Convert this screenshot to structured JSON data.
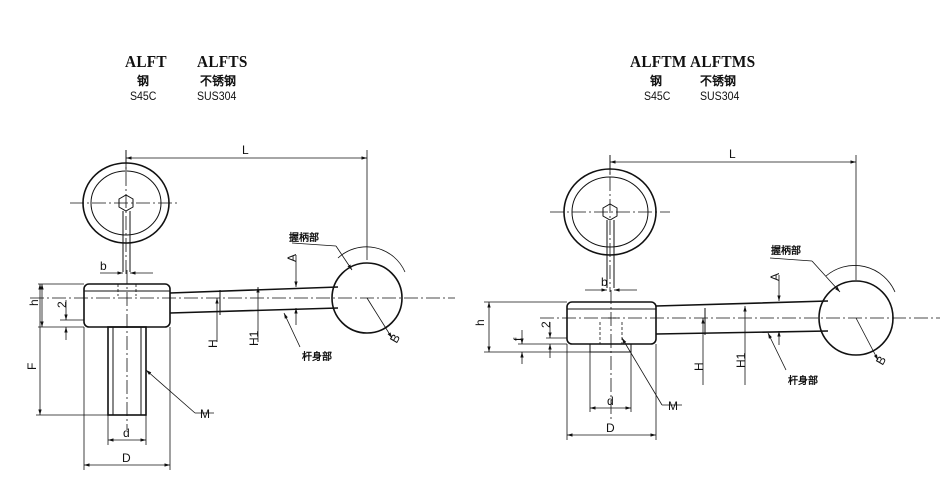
{
  "left": {
    "title_a": "ALFT",
    "title_b": "ALFTS",
    "material_a": "钢",
    "material_b": "不锈钢",
    "grade_a": "S45C",
    "grade_b": "SUS304",
    "labels": {
      "L": "L",
      "b": "b",
      "h": "h",
      "two": "2",
      "F": "F",
      "H": "H",
      "H1": "H1",
      "A": "A",
      "B": "B",
      "M": "M",
      "d": "d",
      "D": "D",
      "grip": "握柄部",
      "shaft": "杆身部"
    }
  },
  "right": {
    "title_a": "ALFTM",
    "title_b": "ALFTMS",
    "material_a": "钢",
    "material_b": "不锈钢",
    "grade_a": "S45C",
    "grade_b": "SUS304",
    "labels": {
      "L": "L",
      "b": "b",
      "h": "h",
      "two": "2",
      "f": "f",
      "H": "H",
      "H1": "H1",
      "A": "A",
      "B": "B",
      "M": "M",
      "d": "d",
      "D": "D",
      "grip": "握柄部",
      "shaft": "杆身部"
    }
  }
}
